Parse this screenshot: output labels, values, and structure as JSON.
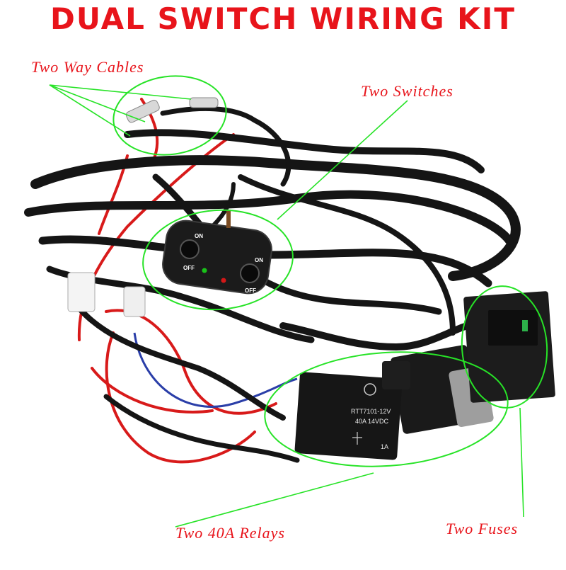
{
  "header": {
    "title": "DUAL SWITCH WIRING KIT"
  },
  "callouts": {
    "cables": "Two Way Cables",
    "switches": "Two Switches",
    "relays": "Two 40A Relays",
    "fuses": "Two Fuses"
  },
  "switch_panel": {
    "left_on": "ON",
    "left_off": "OFF",
    "right_on": "ON",
    "right_off": "OFF"
  },
  "relay": {
    "model": "RTT7101-12V",
    "rating": "40A  14VDC",
    "mark": "1A"
  },
  "colors": {
    "title_red": "#e8141b",
    "highlight_green": "#27e327",
    "wire_black": "#151515",
    "wire_red": "#d81a1a",
    "wire_blue": "#2a3ea8"
  }
}
